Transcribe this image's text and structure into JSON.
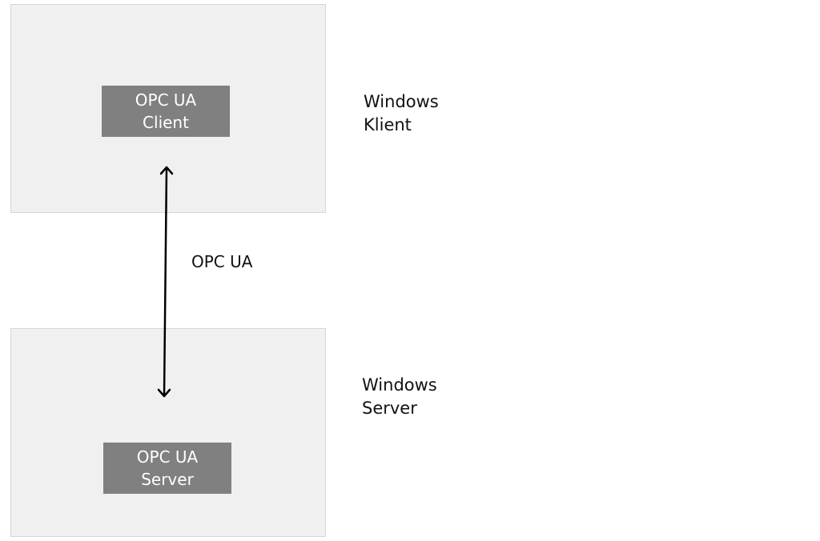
{
  "client_panel": {
    "node_lines": [
      "OPC UA",
      "Client"
    ],
    "os_lines": [
      "Windows",
      "Klient"
    ]
  },
  "server_panel": {
    "node_lines": [
      "OPC UA",
      "Server"
    ],
    "os_lines": [
      "Windows",
      "Server"
    ]
  },
  "connection": {
    "label": "OPC UA",
    "direction": "bidirectional"
  },
  "colors": {
    "panel_fill": "#f0f0f0",
    "panel_border": "#d6d6d6",
    "node_fill": "#808080",
    "node_text": "#ffffff",
    "arrow": "#000000"
  }
}
